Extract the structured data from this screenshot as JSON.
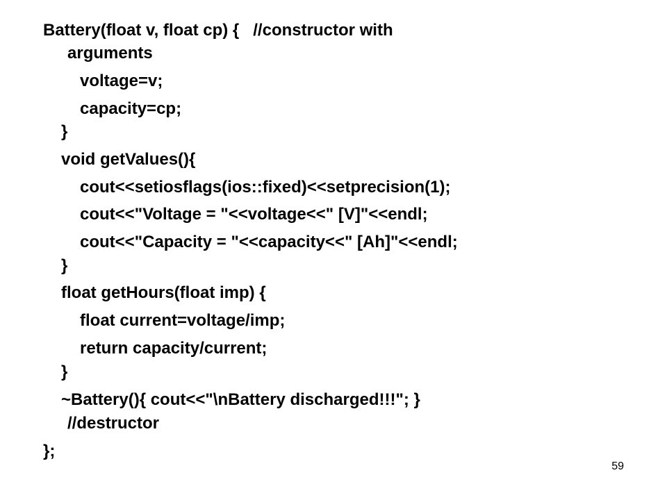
{
  "slide": {
    "code_lines": [
      "Battery(float v, float cp) {   //constructor with",
      "arguments",
      "voltage=v;",
      "capacity=cp;",
      "}",
      "void getValues(){",
      "cout<<setiosflags(ios::fixed)<<setprecision(1);",
      "cout<<\"Voltage = \"<<voltage<<\" [V]\"<<endl;",
      "cout<<\"Capacity = \"<<capacity<<\" [Ah]\"<<endl;",
      "}",
      "float getHours(float imp) {",
      "float current=voltage/imp;",
      "return capacity/current;",
      "}",
      "~Battery(){ cout<<\"\\nBattery discharged!!!\"; }",
      "//destructor",
      "};"
    ],
    "page_number": "59"
  },
  "colors": {
    "background": "#ffffff",
    "text": "#000000"
  }
}
